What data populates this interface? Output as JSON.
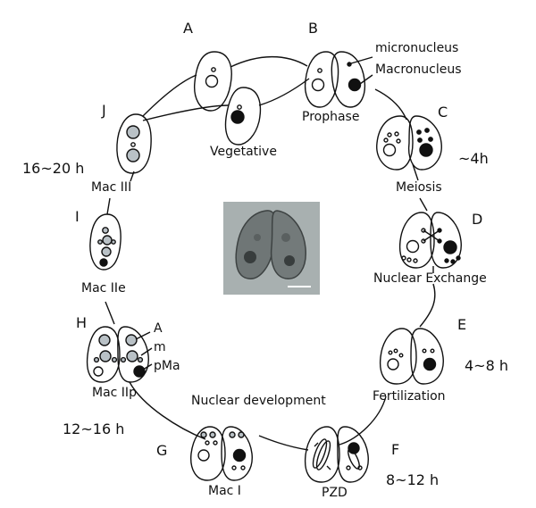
{
  "stage_labels": {
    "A": "A",
    "B": "B",
    "C": "C",
    "D": "D",
    "E": "E",
    "F": "F",
    "G": "G",
    "H": "H",
    "I": "I",
    "J": "J"
  },
  "callouts": {
    "micronucleus": "micronucleus",
    "macronucleus": "Macronucleus",
    "A": "A",
    "m": "m",
    "pMa": "pMa"
  },
  "phases": {
    "prophase": "Prophase",
    "vegetative": "Vegetative",
    "meiosis": "Meiosis",
    "nuclear_exchange": "Nuclear Exchange",
    "fertilization": "Fertilization",
    "pzd": "PZD",
    "mac_i": "Mac I",
    "nuclear_development": "Nuclear development",
    "mac_iip": "Mac IIp",
    "mac_iie": "Mac IIe",
    "mac_iii": "Mac III"
  },
  "times": {
    "t_c": "~4h",
    "t_e": "4~8 h",
    "t_f": "8~12 h",
    "t_g": "12~16 h",
    "t_j": "16~20 h"
  },
  "colors": {
    "line": "#111111",
    "macro_fill": "#b9c1c6",
    "photo_bg": "#a8b0b0"
  }
}
